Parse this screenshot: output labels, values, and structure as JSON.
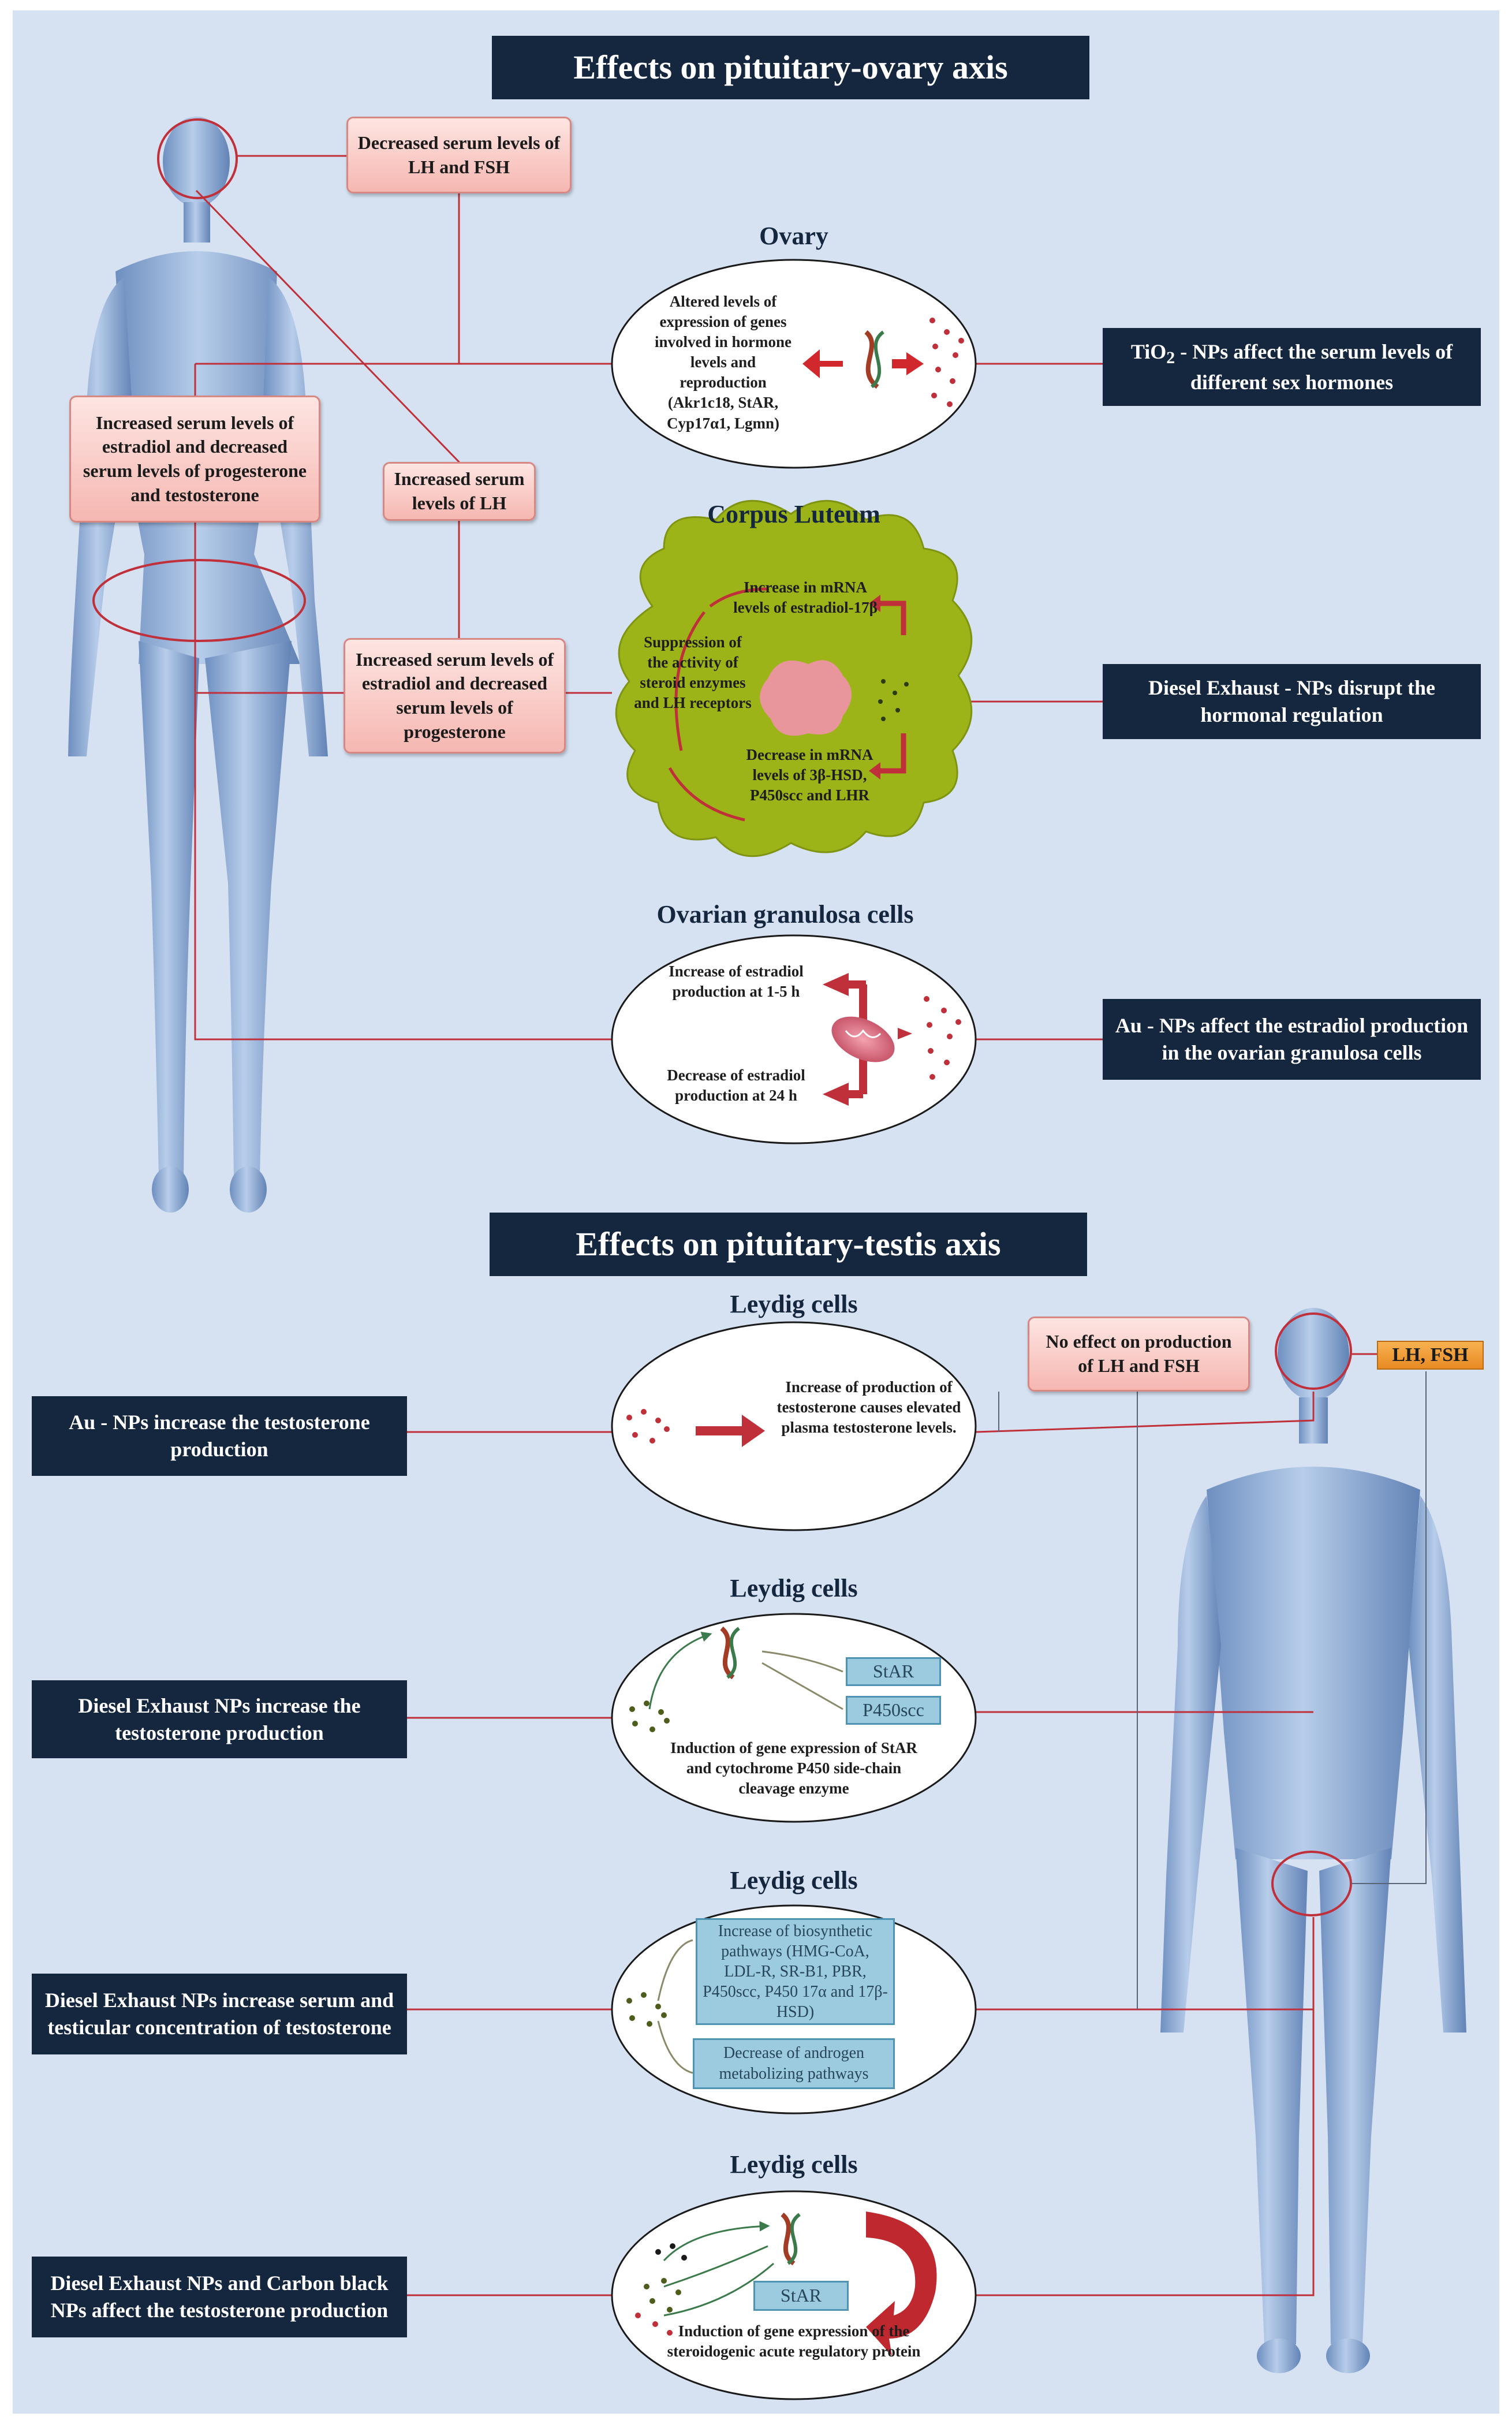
{
  "banners": {
    "ovary_axis": "Effects on pituitary-ovary axis",
    "testis_axis": "Effects on pituitary-testis axis"
  },
  "ovary_axis": {
    "pink_lh_fsh": "Decreased serum levels of LH and FSH",
    "pink_estradiol_left": "Increased serum levels of estradiol and decreased serum levels of progesterone and testosterone",
    "pink_increased_lh": "Increased serum levels of LH",
    "pink_estradiol_center": "Increased serum levels of estradiol and decreased serum levels of progesterone",
    "ovary": {
      "heading": "Ovary",
      "text": "Altered levels of expression of genes involved in hormone levels and reproduction (Akr1c18, StAR, Cyp17α1, Lgmn)"
    },
    "corpus_luteum": {
      "heading": "Corpus Luteum",
      "suppression": "Suppression of the activity of steroid enzymes and LH receptors",
      "increase": "Increase in mRNA levels of estradiol-17β",
      "decrease": "Decrease in mRNA levels of 3β-HSD, P450scc and LHR"
    },
    "granulosa": {
      "heading": "Ovarian granulosa cells",
      "increase": "Increase of estradiol production at 1-5 h",
      "decrease": "Decrease of estradiol production at 24 h"
    },
    "sources": {
      "tio2_formula": "TiO",
      "tio2_sub": "2",
      "tio2_rest": " - NPs affect the serum levels of different sex hormones",
      "diesel": "Diesel Exhaust - NPs disrupt the hormonal regulation",
      "au": "Au - NPs affect the estradiol production in the ovarian granulosa cells"
    }
  },
  "testis_axis": {
    "pink_no_effect": "No effect on production of LH and FSH",
    "orange_tag": "LH, FSH",
    "panel1": {
      "heading": "Leydig cells",
      "text": "Increase of production of testosterone causes elevated plasma testosterone levels."
    },
    "panel2": {
      "heading": "Leydig cells",
      "star": "StAR",
      "p450": "P450scc",
      "text": "Induction of gene expression of StAR and cytochrome P450 side-chain cleavage enzyme"
    },
    "panel3": {
      "heading": "Leydig cells",
      "box1": "Increase of biosynthetic pathways (HMG-CoA, LDL-R, SR-B1, PBR, P450scc, P450 17α and 17β-HSD)",
      "box2": "Decrease of androgen metabolizing pathways"
    },
    "panel4": {
      "heading": "Leydig cells",
      "star": "StAR",
      "text": "Induction of gene expression of the steroidogenic acute regulatory protein"
    },
    "sources": {
      "au": "Au - NPs increase the testosterone production",
      "diesel1": "Diesel Exhaust NPs increase the testosterone production",
      "diesel2": "Diesel Exhaust NPs increase serum and testicular concentration of testosterone",
      "diesel_carbon": "Diesel Exhaust NPs and Carbon black NPs affect the testosterone production"
    }
  },
  "colors": {
    "navy": "#15263f",
    "background": "#d6e2f2",
    "pink": "#f6b7b1",
    "connector": "#c0303a",
    "corpus_green": "#9cb417",
    "blue_box": "#9ccbe0",
    "orange": "#e88a22"
  }
}
